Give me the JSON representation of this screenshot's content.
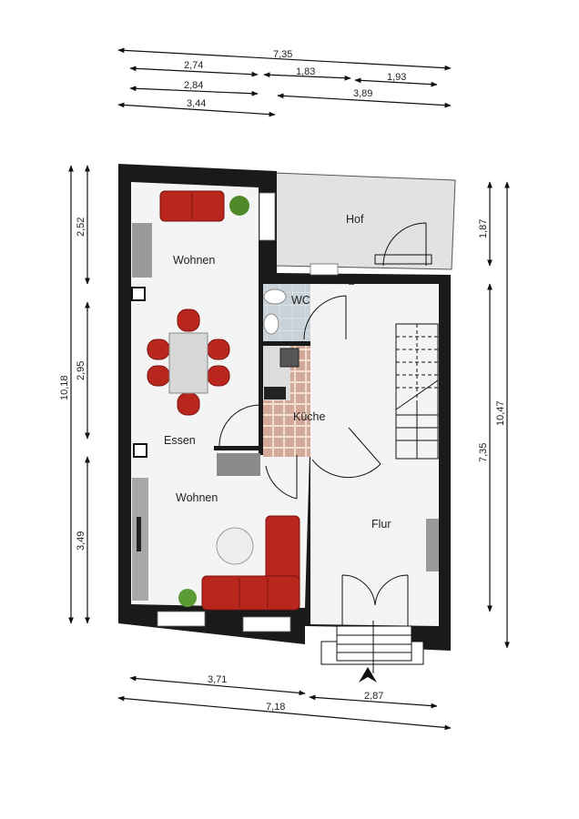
{
  "rooms": {
    "wohnen_top": "Wohnen",
    "essen": "Essen",
    "wohnen_bottom": "Wohnen",
    "hof": "Hof",
    "wc": "WC",
    "kueche": "Küche",
    "flur": "Flur"
  },
  "dimensions": {
    "top": [
      "7,35",
      "2,74",
      "1,83",
      "1,93",
      "2,84",
      "3,89",
      "3,44"
    ],
    "left": [
      "10,18",
      "2,52",
      "2,95",
      "3,49"
    ],
    "right": [
      "1,87",
      "7,35",
      "10,47"
    ],
    "bottom": [
      "3,71",
      "2,87",
      "7,18"
    ]
  },
  "colors": {
    "wall": "#1a1a1a",
    "floor": "#f4f4f4",
    "courtyard": "#e2e2e2",
    "wc_tiles": "#c8d2d8",
    "kitchen_tiles": "#d8b3a3",
    "furniture": "#b8261d"
  }
}
